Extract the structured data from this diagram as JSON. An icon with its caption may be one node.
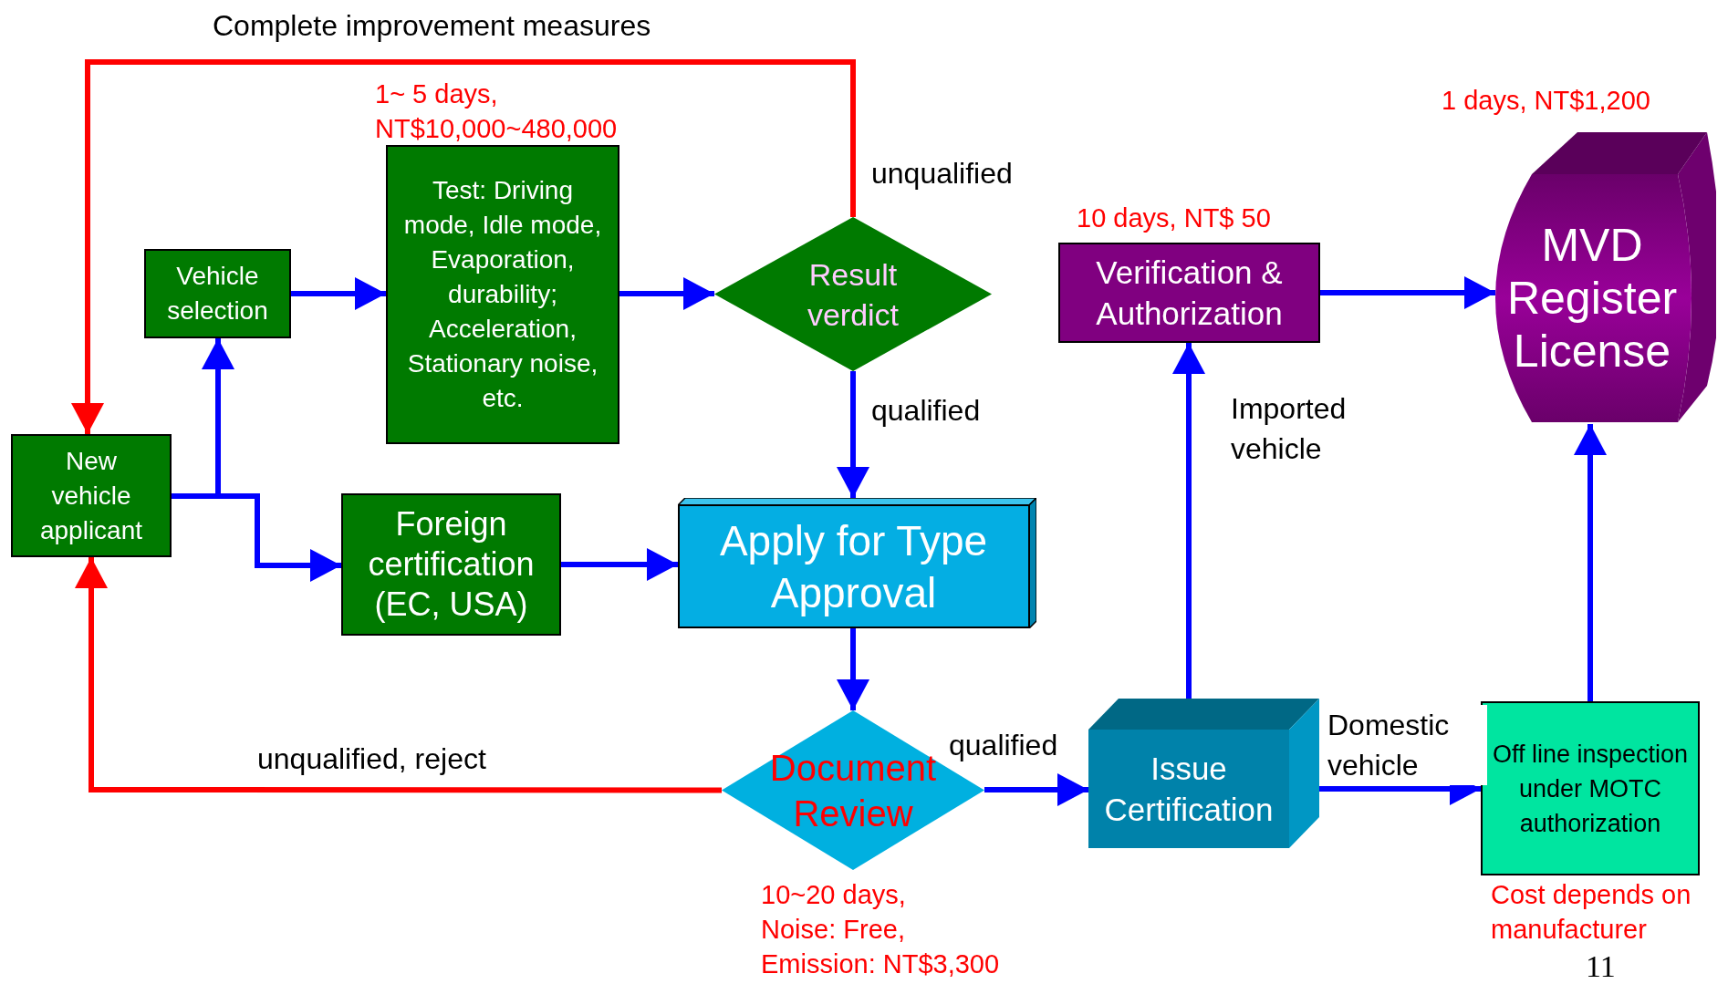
{
  "diagram": {
    "nodes": [
      {
        "text": [
          "New vehicle applicant"
        ]
      },
      {
        "text": [
          "Vehicle selection"
        ]
      },
      {
        "text": [
          "Test: Driving mode, Idle mode, Evaporation, durability; Acceleration, Stationary noise, etc."
        ],
        "beside": [
          "1~ 5 days,",
          "NT$10,000~480,000"
        ]
      },
      {
        "text": [
          "Result verdict"
        ]
      },
      {
        "text": [
          "Foreign certification (EC, USA)"
        ]
      },
      {
        "text": [
          "Apply for Type Approval"
        ]
      },
      {
        "text": [
          "Document Review"
        ],
        "beside": [
          "10~20 days,",
          "Noise: Free,",
          "Emission: NT$3,300"
        ]
      },
      {
        "text": [
          "Issue Certification"
        ]
      },
      {
        "text": [
          "Verification & Authorization"
        ],
        "beside": [
          "10 days, NT$ 50"
        ]
      },
      {
        "text": [
          "MVD Register License"
        ],
        "beside": [
          "1 days, NT$1,200"
        ]
      },
      {
        "text": [
          "Off line inspection under MOTC authorization"
        ],
        "beside": [
          "Cost depends on manufacturer"
        ]
      }
    ],
    "edges": [
      {
        "from": 0,
        "to": 1,
        "arrow": "to"
      },
      {
        "from": 0,
        "to": 4,
        "arrow": "to"
      },
      {
        "from": 1,
        "to": 2,
        "arrow": "to"
      },
      {
        "from": 2,
        "to": 3,
        "arrow": "to"
      },
      {
        "from": 3,
        "to": 0,
        "arrow": "to",
        "label": "unqualified",
        "color": "#ff0000"
      },
      {
        "from": 3,
        "to": 5,
        "arrow": "to",
        "label": "qualified"
      },
      {
        "from": 4,
        "to": 5,
        "arrow": "to"
      },
      {
        "from": 5,
        "to": 6,
        "arrow": "to"
      },
      {
        "from": 6,
        "to": 0,
        "arrow": "to",
        "label": "unqualified, reject",
        "color": "#ff0000"
      },
      {
        "from": 6,
        "to": 7,
        "arrow": "to",
        "label": "qualified"
      },
      {
        "from": 7,
        "to": 8,
        "arrow": "to",
        "label": "Imported vehicle"
      },
      {
        "from": 7,
        "to": 10,
        "arrow": "to",
        "label": "Domestic vehicle"
      },
      {
        "from": 8,
        "to": 9,
        "arrow": "to"
      },
      {
        "from": 10,
        "to": 9,
        "arrow": "to"
      }
    ],
    "labels": [
      "Complete improvement measures",
      "11"
    ]
  }
}
